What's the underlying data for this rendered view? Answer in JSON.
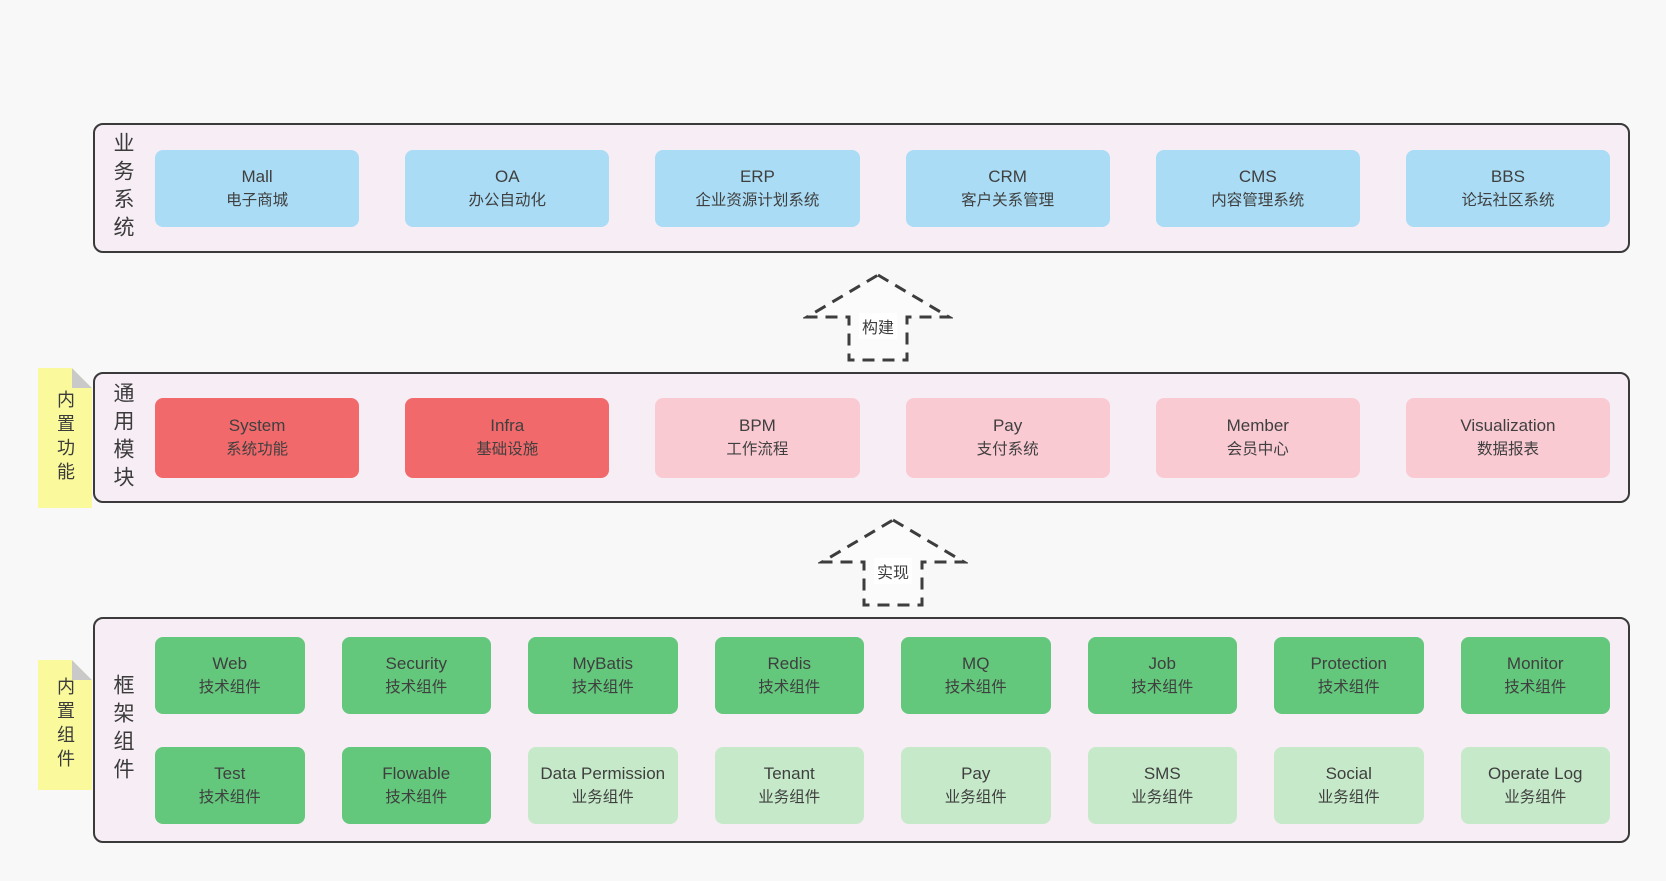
{
  "colors": {
    "page_bg": "#f8f8f8",
    "panel_bg": "#f7edf5",
    "panel_border": "#3a3a3a",
    "blue": "#aadcf5",
    "red": "#f2696b",
    "pink": "#facad3",
    "green_dark": "#63c77c",
    "green_light": "#c6e9c9",
    "sticky_yellow": "#fafa9d",
    "sticky_fold": "#c9c9c9",
    "text": "#3d3d3d"
  },
  "arrows": {
    "build": "构建",
    "implement": "实现"
  },
  "bands": {
    "business": {
      "label": "业务系统",
      "cards": [
        {
          "title": "Mall",
          "subtitle": "电子商城"
        },
        {
          "title": "OA",
          "subtitle": "办公自动化"
        },
        {
          "title": "ERP",
          "subtitle": "企业资源计划系统"
        },
        {
          "title": "CRM",
          "subtitle": "客户关系管理"
        },
        {
          "title": "CMS",
          "subtitle": "内容管理系统"
        },
        {
          "title": "BBS",
          "subtitle": "论坛社区系统"
        }
      ]
    },
    "modules": {
      "label": "通用模块",
      "sticky": "内置功能",
      "cards": [
        {
          "title": "System",
          "subtitle": "系统功能"
        },
        {
          "title": "Infra",
          "subtitle": "基础设施"
        },
        {
          "title": "BPM",
          "subtitle": "工作流程"
        },
        {
          "title": "Pay",
          "subtitle": "支付系统"
        },
        {
          "title": "Member",
          "subtitle": "会员中心"
        },
        {
          "title": "Visualization",
          "subtitle": "数据报表"
        }
      ]
    },
    "framework": {
      "label": "框架组件",
      "sticky": "内置组件",
      "row1": [
        {
          "title": "Web",
          "subtitle": "技术组件"
        },
        {
          "title": "Security",
          "subtitle": "技术组件"
        },
        {
          "title": "MyBatis",
          "subtitle": "技术组件"
        },
        {
          "title": "Redis",
          "subtitle": "技术组件"
        },
        {
          "title": "MQ",
          "subtitle": "技术组件"
        },
        {
          "title": "Job",
          "subtitle": "技术组件"
        },
        {
          "title": "Protection",
          "subtitle": "技术组件"
        },
        {
          "title": "Monitor",
          "subtitle": "技术组件"
        }
      ],
      "row2": [
        {
          "title": "Test",
          "subtitle": "技术组件"
        },
        {
          "title": "Flowable",
          "subtitle": "技术组件"
        },
        {
          "title": "Data Permission",
          "subtitle": "业务组件"
        },
        {
          "title": "Tenant",
          "subtitle": "业务组件"
        },
        {
          "title": "Pay",
          "subtitle": "业务组件"
        },
        {
          "title": "SMS",
          "subtitle": "业务组件"
        },
        {
          "title": "Social",
          "subtitle": "业务组件"
        },
        {
          "title": "Operate Log",
          "subtitle": "业务组件"
        }
      ]
    }
  }
}
